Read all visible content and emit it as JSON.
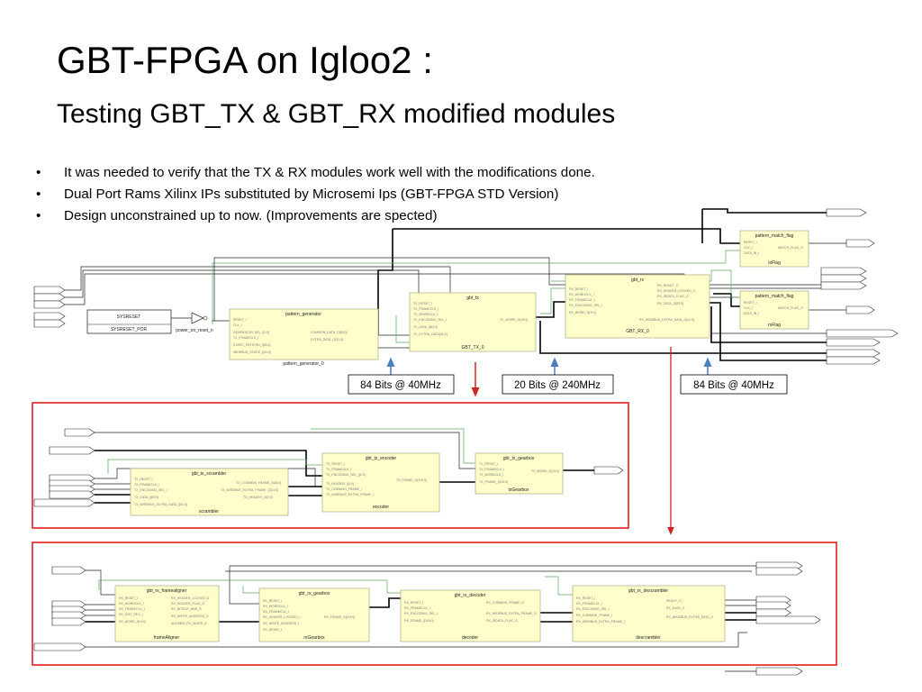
{
  "slide": {
    "title_main": "GBT-FPGA on Igloo2 :",
    "title_sub": "Testing GBT_TX & GBT_RX modified modules",
    "bullets": [
      "It was needed to verify that the TX & RX modules work well with the modifications done.",
      "Dual Port Rams Xilinx IPs substituted by Microsemi Ips (GBT-FPGA STD Version)",
      "Design unconstrained up to now. (Improvements are spected)"
    ],
    "bullet_symbol": "•"
  },
  "annotations": {
    "left_rate": "84 Bits @ 40MHz",
    "middle_rate": "20 Bits @ 240MHz",
    "right_rate": "84 Bits @ 40MHz"
  },
  "colors": {
    "arrow_blue": "#4a7cc0",
    "arrow_red": "#d02020",
    "box_red": "#e02020",
    "block_fill": "#ffffcc",
    "green_wire": "#58a858"
  },
  "top_design": {
    "sysreset": {
      "title": "SYSRESET",
      "instance": "SYSRESET_POR"
    },
    "power_on": {
      "instance": "power_on_reset_n"
    },
    "pattern_generator": {
      "title": "pattern_generator",
      "instance": "pattern_generator_0"
    },
    "gbt_tx": {
      "title": "gbt_tx",
      "instance": "GBT_TX_0"
    },
    "gbt_rx": {
      "title": "gbt_rx",
      "instance": "GBT_RX_0"
    },
    "tx_flag": {
      "title": "pattern_match_flag",
      "instance": "txFlag"
    },
    "rx_flag": {
      "title": "pattern_match_flag",
      "instance": "rxFlag"
    }
  },
  "tx_design": {
    "scrambler": {
      "title": "gbt_tx_scrambler",
      "instance": "scrambler"
    },
    "encoder": {
      "title": "gbt_tx_encoder",
      "instance": "encoder"
    },
    "gearbox": {
      "title": "gbt_tx_gearbox",
      "instance": "txGearbox"
    }
  },
  "rx_design": {
    "framealigner": {
      "title": "gbt_rx_framealigner",
      "instance": "frameAligner"
    },
    "gearbox": {
      "title": "gbt_rx_gearbox",
      "instance": "rxGearbox"
    },
    "decoder": {
      "title": "gbt_rx_decoder",
      "instance": "decoder"
    },
    "descrambler": {
      "title": "gbt_rx_descrambler",
      "instance": "descrambler"
    }
  }
}
